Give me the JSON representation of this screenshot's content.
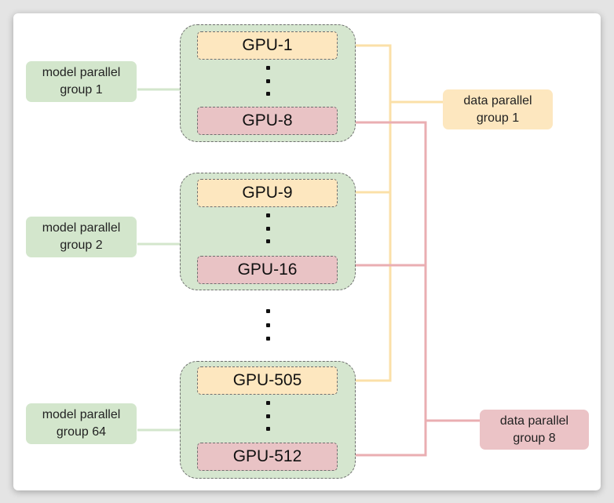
{
  "model_parallel_groups": [
    {
      "label": "model parallel\ngroup 1",
      "gpu_top": "GPU-1",
      "gpu_bottom": "GPU-8"
    },
    {
      "label": "model parallel\ngroup 2",
      "gpu_top": "GPU-9",
      "gpu_bottom": "GPU-16"
    },
    {
      "label": "model parallel\ngroup 64",
      "gpu_top": "GPU-505",
      "gpu_bottom": "GPU-512"
    }
  ],
  "data_parallel_groups": [
    {
      "label": "data parallel\ngroup 1",
      "color": "#fde7bf",
      "line_color": "#fbe0a8"
    },
    {
      "label": "data parallel\ngroup 8",
      "color": "#ebc3c6",
      "line_color": "#eaaeb2"
    }
  ],
  "colors": {
    "group_fill": "#d5e6cf",
    "gpu_first": "#fde7bf",
    "gpu_last": "#e9c3c5",
    "model_label": "#d3e6cc"
  }
}
